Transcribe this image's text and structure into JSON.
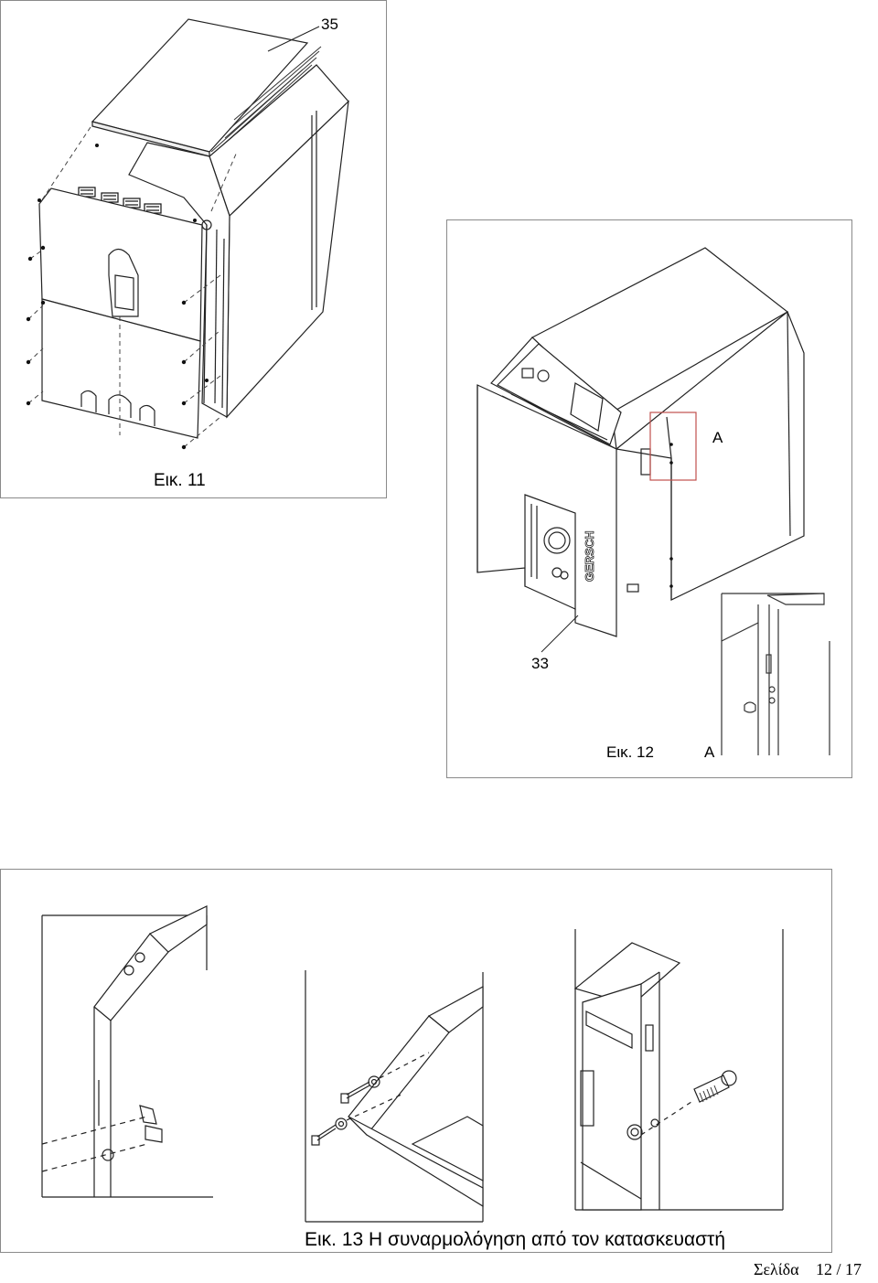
{
  "figure11": {
    "caption": "Εικ. 11",
    "callout": "35"
  },
  "figure12": {
    "caption": "Εικ. 12",
    "callout_part": "33",
    "detail_label_box": "A",
    "detail_label_inset": "A",
    "brand_text": "GERSCH",
    "highlight_color": "#c0504d"
  },
  "figure13": {
    "caption_prefix": "Εικ. 13",
    "caption_text": "Η συναρμολόγηση από τον κατασκευαστή"
  },
  "footer": {
    "page_label": "Σελίδα",
    "page_number": "12 / 17"
  }
}
